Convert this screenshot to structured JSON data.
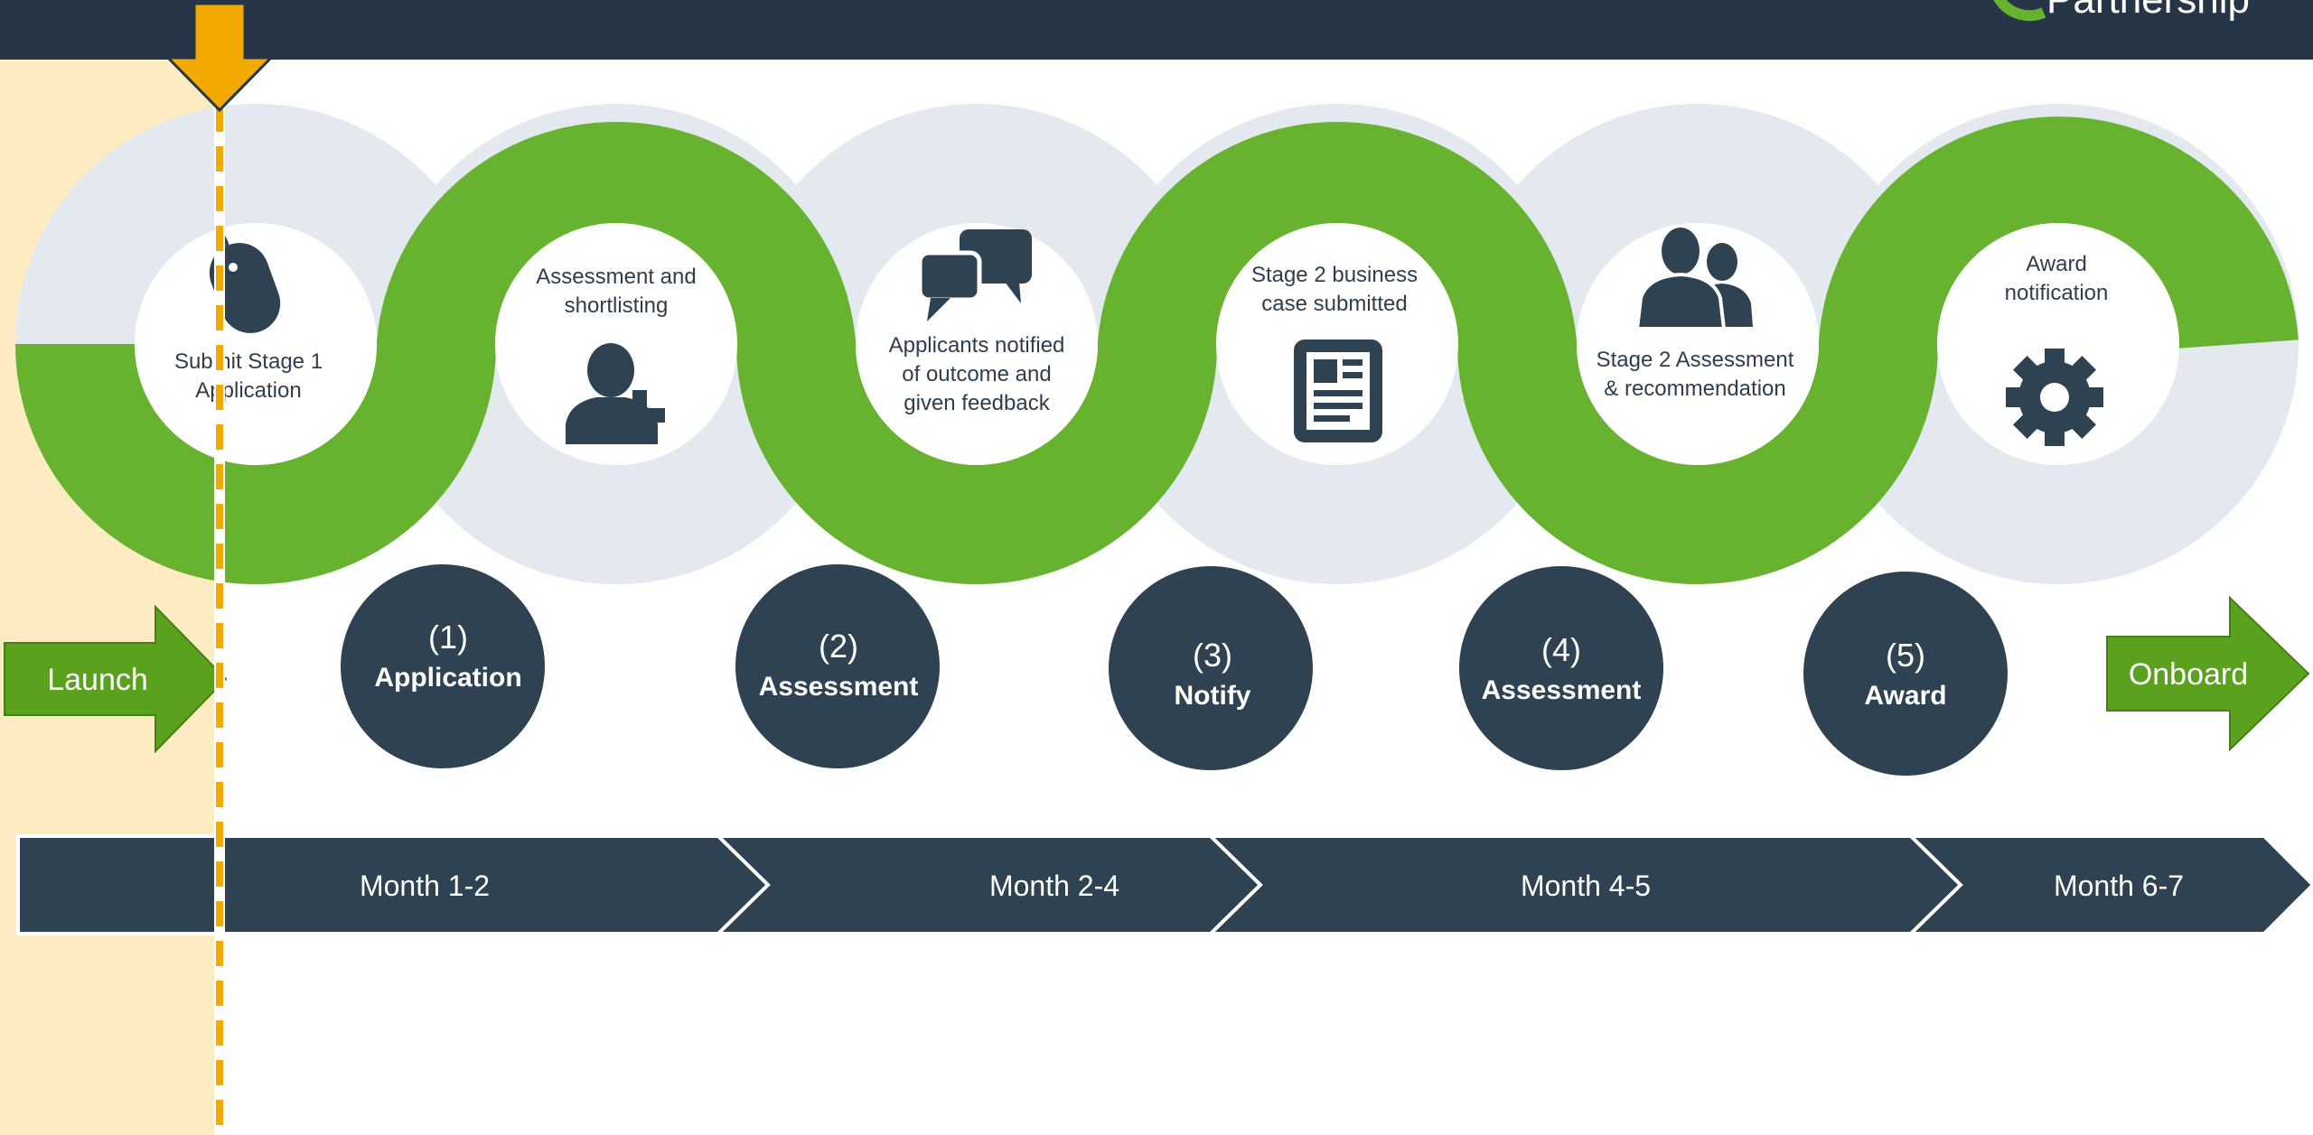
{
  "header": {
    "logo_text": "Partnership"
  },
  "colors": {
    "navy": "#2f4252",
    "green": "#67b22f",
    "arrow_green": "#5aa21d",
    "light": "#e3e9ef",
    "highlight": "#fdecc2",
    "marker": "#f2a900"
  },
  "steps": [
    {
      "label_lines": [
        "Submit Stage 1",
        "Application"
      ],
      "icon": "mouse-icon"
    },
    {
      "label_lines": [
        "Assessment and",
        "shortlisting"
      ],
      "icon": "add-user-icon"
    },
    {
      "label_lines": [
        "Applicants notified",
        "of outcome and",
        "given feedback"
      ],
      "icon": "chat-bubbles-icon"
    },
    {
      "label_lines": [
        "Stage 2 business",
        "case submitted"
      ],
      "icon": "document-icon"
    },
    {
      "label_lines": [
        "Stage 2 Assessment",
        "& recommendation"
      ],
      "icon": "users-icon"
    },
    {
      "label_lines": [
        "Award",
        "notification"
      ],
      "icon": "gear-icon"
    }
  ],
  "stages": [
    {
      "number": "(1)",
      "name": "Application"
    },
    {
      "number": "(2)",
      "name": "Assessment"
    },
    {
      "number": "(3)",
      "name": "Notify"
    },
    {
      "number": "(4)",
      "name": "Assessment"
    },
    {
      "number": "(5)",
      "name": "Award"
    }
  ],
  "launch_label": "Launch",
  "onboard_label": "Onboard",
  "months": [
    "Month 1-2",
    "Month 2-4",
    "Month 4-5",
    "Month 6-7"
  ]
}
